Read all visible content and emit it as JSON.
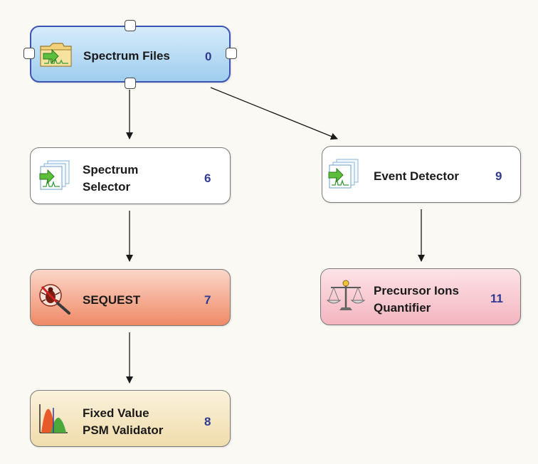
{
  "nodes": {
    "spectrum_files": {
      "line1": "Spectrum Files",
      "line2": "",
      "count": "0",
      "icon": "folder-spectrum-icon"
    },
    "spectrum_selector": {
      "line1": "Spectrum",
      "line2": "Selector",
      "count": "6",
      "icon": "spectrum-stack-icon"
    },
    "event_detector": {
      "line1": "Event Detector",
      "line2": "",
      "count": "9",
      "icon": "spectrum-stack-icon"
    },
    "sequest": {
      "line1": "SEQUEST",
      "line2": "",
      "count": "7",
      "icon": "sequest-bug-icon"
    },
    "precursor_ions_quantifier": {
      "line1": "Precursor Ions",
      "line2": "Quantifier",
      "count": "11",
      "icon": "balance-scale-icon"
    },
    "fixed_value_psm_validator": {
      "line1": "Fixed Value",
      "line2": "PSM Validator",
      "count": "8",
      "icon": "distribution-chart-icon"
    }
  },
  "edges": [
    {
      "from": "spectrum_files",
      "to": "spectrum_selector"
    },
    {
      "from": "spectrum_files",
      "to": "event_detector"
    },
    {
      "from": "spectrum_selector",
      "to": "sequest"
    },
    {
      "from": "sequest",
      "to": "fixed_value_psm_validator"
    },
    {
      "from": "event_detector",
      "to": "precursor_ions_quantifier"
    }
  ],
  "colors": {
    "selected_fill_top": "#d6ecfb",
    "selected_fill_bottom": "#9fcdee",
    "selected_border": "#3c55b5",
    "plain_fill": "#ffffff",
    "search_fill_top": "#fbd6c8",
    "search_fill_bottom": "#ef8a66",
    "quant_fill_top": "#fde3e7",
    "quant_fill_bottom": "#f4b5c0",
    "validator_fill_top": "#fbf2dc",
    "validator_fill_bottom": "#f0dcac",
    "count_text": "#2f3a92",
    "edge": "#1a1a1a"
  }
}
